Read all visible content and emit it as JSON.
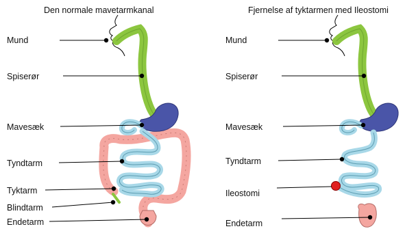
{
  "left_panel": {
    "title": "Den normale mavetarmkanal",
    "labels": [
      "Mund",
      "Spiserør",
      "Mavesæk",
      "Tyndtarm",
      "Tyktarm",
      "Blindtarm",
      "Endetarm"
    ]
  },
  "right_panel": {
    "title": "Fjernelse af tyktarmen med Ileostomi",
    "labels": [
      "Mund",
      "Spiserør",
      "Mavesæk",
      "Tyndtarm",
      "Ileostomi",
      "Endetarm"
    ]
  },
  "colors": {
    "esophagus": "#8cc63f",
    "stomach": "#4a55a8",
    "small_intestine": "#a8d8e8",
    "large_intestine": "#f4a6a0",
    "stoma": "#e02020",
    "pointer": "#000000"
  }
}
